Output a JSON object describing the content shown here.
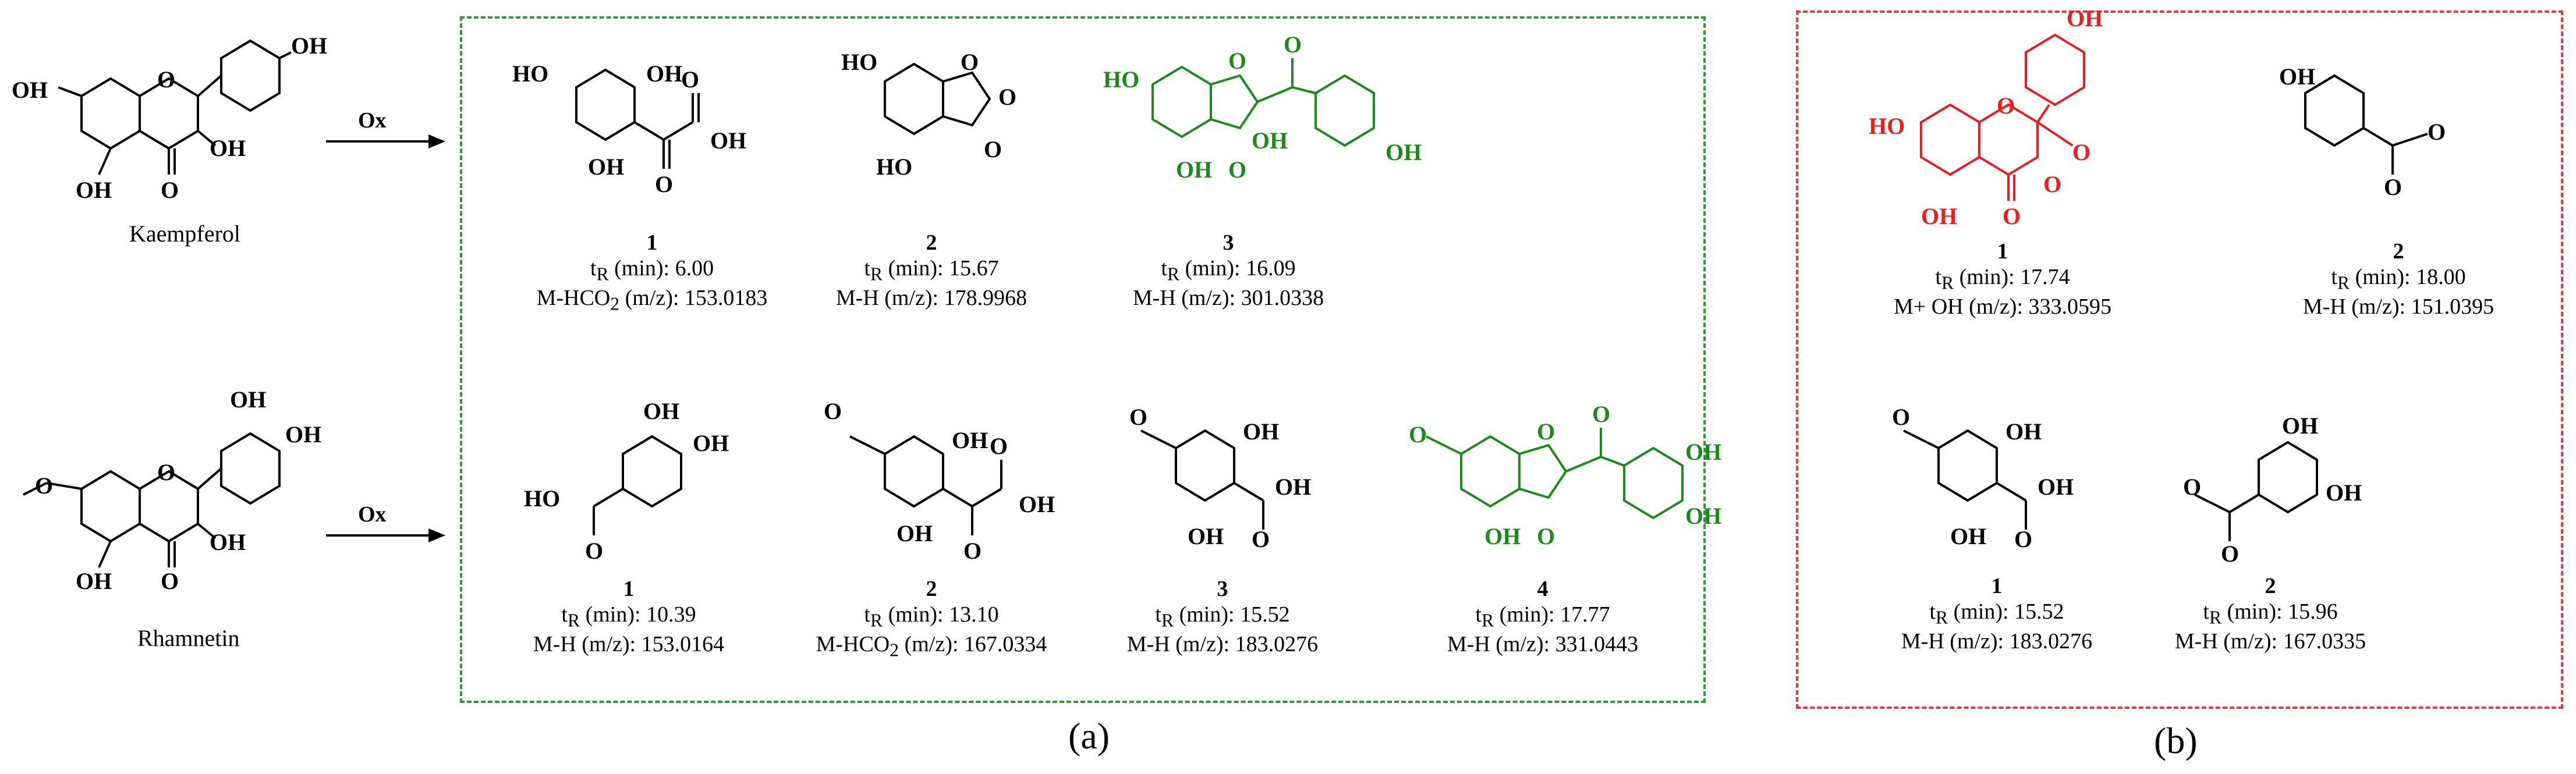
{
  "colors": {
    "black": "#000000",
    "green": "#1a8a1a",
    "red": "#ee1c1c",
    "green_box": "#2e9a2e",
    "red_box": "#e03a3a"
  },
  "reagent": "Ox",
  "panel_a_label": "(a)",
  "panel_b_label": "(b)",
  "row1": {
    "reactant_name": "Kaempferol",
    "products": [
      {
        "num": "1",
        "tr_label": "t",
        "tr_sub": "R",
        "tr_rest": " (min): 6.00",
        "ms_pre": "M-HCO",
        "ms_sub": "2",
        "ms_rest": " (m/z): 153.0183"
      },
      {
        "num": "2",
        "tr_label": "t",
        "tr_sub": "R",
        "tr_rest": " (min): 15.67",
        "ms_pre": "M-H (m/z): 178.9968",
        "ms_sub": "",
        "ms_rest": ""
      },
      {
        "num": "3",
        "tr_label": "t",
        "tr_sub": "R",
        "tr_rest": " (min): 16.09",
        "ms_pre": "M-H (m/z): 301.0338",
        "ms_sub": "",
        "ms_rest": ""
      }
    ]
  },
  "row2": {
    "reactant_name": "Rhamnetin",
    "products": [
      {
        "num": "1",
        "tr_label": "t",
        "tr_sub": "R",
        "tr_rest": " (min): 10.39",
        "ms_pre": "M-H (m/z): 153.0164",
        "ms_sub": "",
        "ms_rest": ""
      },
      {
        "num": "2",
        "tr_label": "t",
        "tr_sub": "R",
        "tr_rest": " (min): 13.10",
        "ms_pre": "M-HCO",
        "ms_sub": "2",
        "ms_rest": " (m/z): 167.0334"
      },
      {
        "num": "3",
        "tr_label": "t",
        "tr_sub": "R",
        "tr_rest": " (min): 15.52",
        "ms_pre": "M-H (m/z): 183.0276",
        "ms_sub": "",
        "ms_rest": ""
      },
      {
        "num": "4",
        "tr_label": "t",
        "tr_sub": "R",
        "tr_rest": " (min): 17.77",
        "ms_pre": "M-H (m/z): 331.0443",
        "ms_sub": "",
        "ms_rest": ""
      }
    ]
  },
  "panel_b": {
    "products": [
      {
        "num": "1",
        "tr_label": "t",
        "tr_sub": "R",
        "tr_rest": " (min): 17.74",
        "ms_pre": "M+ OH (m/z): 333.0595",
        "ms_sub": "",
        "ms_rest": ""
      },
      {
        "num": "2",
        "tr_label": "t",
        "tr_sub": "R",
        "tr_rest": " (min): 18.00",
        "ms_pre": "M-H (m/z): 151.0395",
        "ms_sub": "",
        "ms_rest": ""
      },
      {
        "num": "1",
        "tr_label": "t",
        "tr_sub": "R",
        "tr_rest": " (min): 15.52",
        "ms_pre": "M-H (m/z): 183.0276",
        "ms_sub": "",
        "ms_rest": ""
      },
      {
        "num": "2",
        "tr_label": "t",
        "tr_sub": "R",
        "tr_rest": " (min): 15.96",
        "ms_pre": "M-H (m/z): 167.0335",
        "ms_sub": "",
        "ms_rest": ""
      }
    ]
  },
  "atoms": {
    "OH": "OH",
    "O": "O",
    "HO": "HO"
  }
}
